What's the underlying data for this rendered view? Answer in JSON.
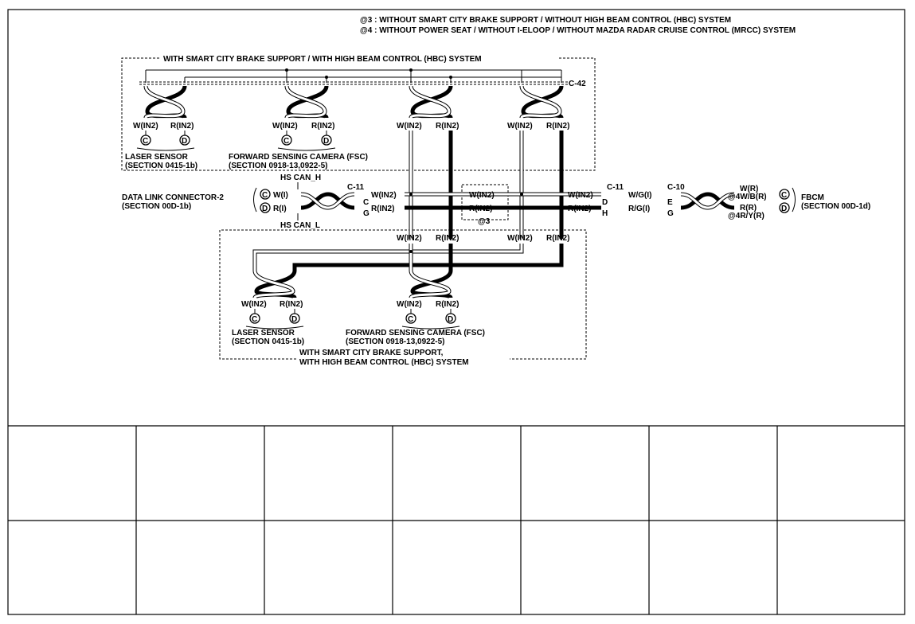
{
  "notes": {
    "n3": "@3 : WITHOUT SMART CITY BRAKE SUPPORT / WITHOUT HIGH BEAM CONTROL (HBC) SYSTEM",
    "n4": "@4 : WITHOUT POWER SEAT / WITHOUT I-ELOOP / WITHOUT MAZDA RADAR CRUISE CONTROL (MRCC) SYSTEM"
  },
  "top_box": {
    "title": "WITH SMART CITY BRAKE SUPPORT / WITH HIGH BEAM CONTROL (HBC) SYSTEM"
  },
  "bottom_box": {
    "title_line1": "WITH SMART CITY BRAKE SUPPORT,",
    "title_line2": "WITH HIGH BEAM CONTROL (HBC) SYSTEM"
  },
  "connectors": {
    "c42": "C-42",
    "c11": "C-11",
    "c10": "C-10",
    "pin_c": "C",
    "pin_d": "D",
    "pin_e": "E",
    "pin_g": "G",
    "pin_h": "H"
  },
  "wires": {
    "w_in2": "W(IN2)",
    "r_in2": "R(IN2)",
    "w_i": "W(I)",
    "r_i": "R(I)",
    "w_g": "W/G(I)",
    "r_g": "R/G(I)",
    "w_r": "W(R)",
    "r_r": "R(R)",
    "w_r_alt": "@4W/B(R)",
    "r_r_alt": "@4R/Y(R)",
    "hs_can_h": "HS CAN_H",
    "hs_can_l": "HS CAN_L",
    "cond_3": "@3"
  },
  "components": {
    "laser_sensor": "LASER SENSOR",
    "laser_sensor_ref": "(SECTION 0415-1b)",
    "fsc": "FORWARD SENSING CAMERA (FSC)",
    "fsc_ref": "(SECTION 0918-13,0922-5)",
    "dlc": "DATA LINK CONNECTOR-2",
    "dlc_ref": "(SECTION 00D-1b)",
    "fbcm": "FBCM",
    "fbcm_ref": "(SECTION 00D-1d)"
  }
}
